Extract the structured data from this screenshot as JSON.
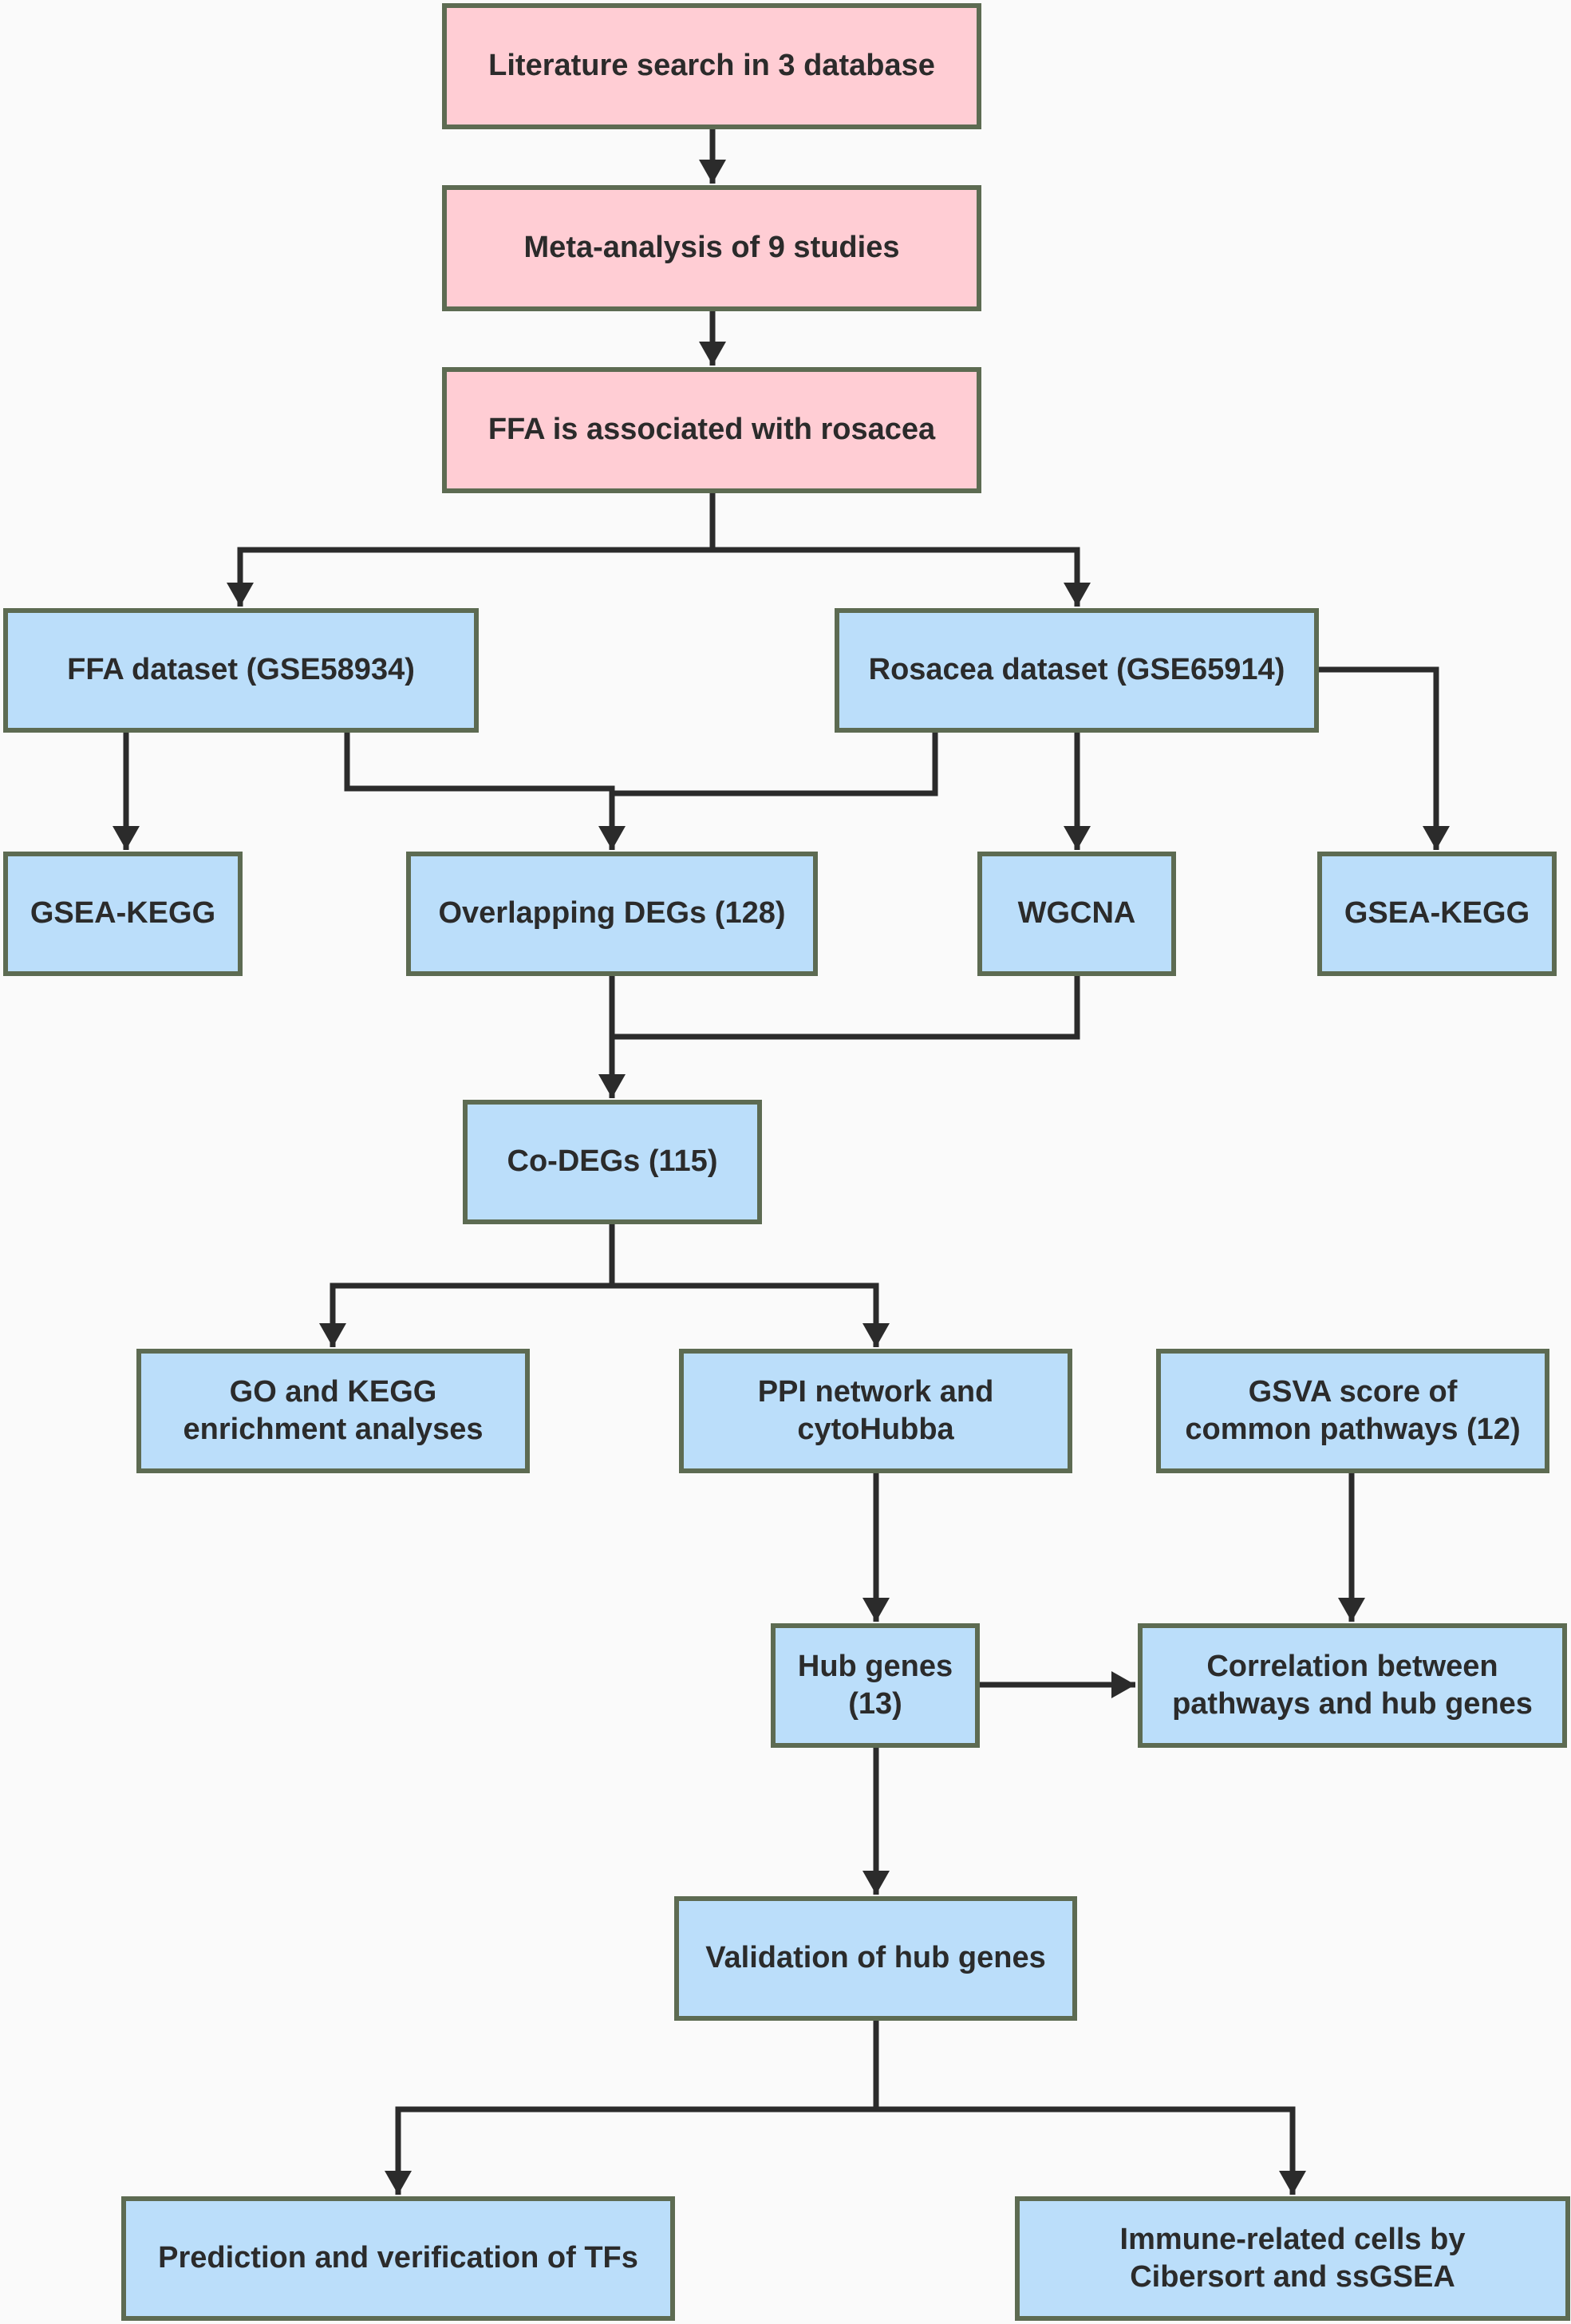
{
  "nodes": {
    "lit_search": "Literature search in 3 database",
    "meta": "Meta-analysis of 9 studies",
    "ffa_assoc": "FFA is associated with rosacea",
    "ffa_dataset": "FFA dataset (GSE58934)",
    "ros_dataset": "Rosacea dataset (GSE65914)",
    "gsea_left": "GSEA-KEGG",
    "overlap": "Overlapping DEGs (128)",
    "wgcna": "WGCNA",
    "gsea_right": "GSEA-KEGG",
    "codegs": "Co-DEGs (115)",
    "go_kegg": "GO and KEGG\nenrichment analyses",
    "ppi": "PPI network and\ncytoHubba",
    "gsva": "GSVA score of\ncommon pathways (12)",
    "hub": "Hub genes\n(13)",
    "correlation": "Correlation between\npathways and hub genes",
    "validation": "Validation of hub genes",
    "tfs": "Prediction and verification of TFs",
    "immune": "Immune-related cells by\nCibersort  and ssGSEA"
  },
  "colors": {
    "pink_fill": "#ffcdd4",
    "blue_fill": "#bbdefa",
    "border": "#5d6b52",
    "connector": "#2b2b2b",
    "background": "#fafafa"
  }
}
